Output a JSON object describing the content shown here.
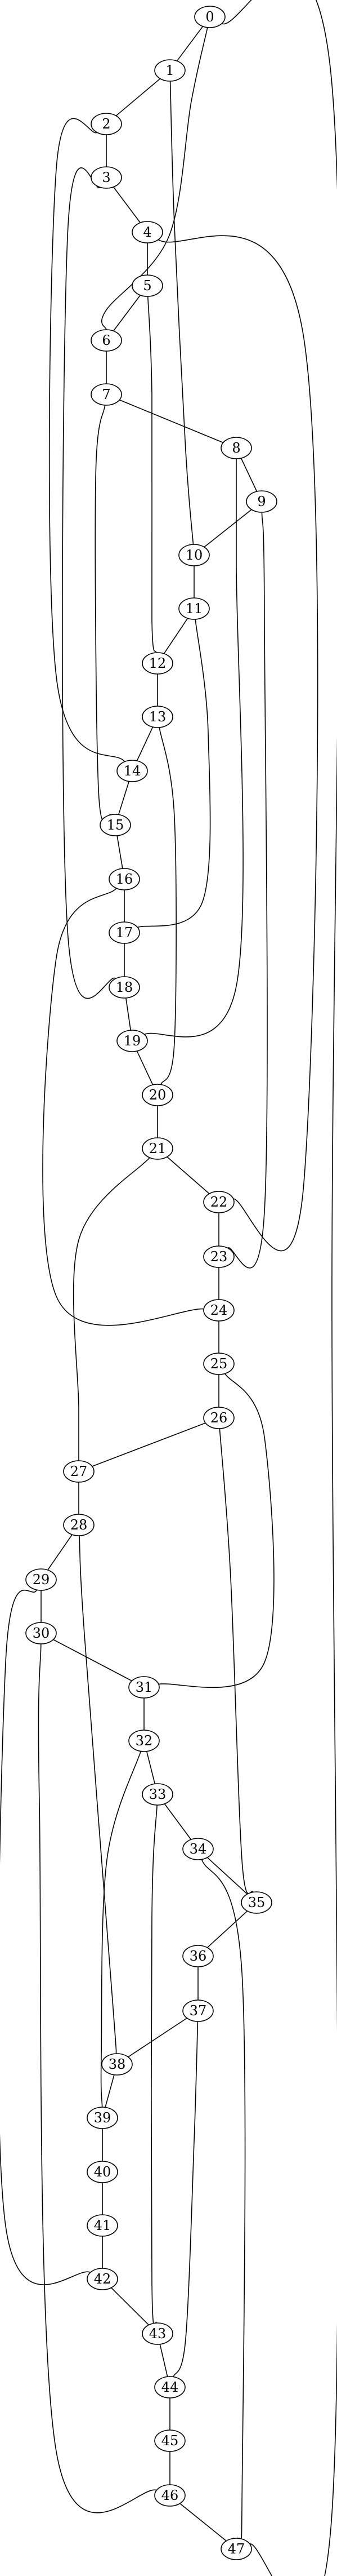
{
  "graph": {
    "nodes": [
      "0",
      "1",
      "2",
      "3",
      "4",
      "5",
      "6",
      "7",
      "8",
      "9",
      "10",
      "11",
      "12",
      "13",
      "14",
      "15",
      "16",
      "17",
      "18",
      "19",
      "20",
      "21",
      "22",
      "23",
      "24",
      "25",
      "26",
      "27",
      "28",
      "29",
      "30",
      "31",
      "32",
      "33",
      "34",
      "35",
      "36",
      "37",
      "38",
      "39",
      "40",
      "41",
      "42",
      "43",
      "44",
      "45",
      "46",
      "47"
    ],
    "edges": [
      [
        "0",
        "1"
      ],
      [
        "0",
        "6"
      ],
      [
        "0",
        "47"
      ],
      [
        "1",
        "2"
      ],
      [
        "1",
        "10"
      ],
      [
        "2",
        "3"
      ],
      [
        "2",
        "14"
      ],
      [
        "3",
        "4"
      ],
      [
        "3",
        "18"
      ],
      [
        "4",
        "5"
      ],
      [
        "4",
        "22"
      ],
      [
        "5",
        "6"
      ],
      [
        "5",
        "12"
      ],
      [
        "6",
        "7"
      ],
      [
        "7",
        "8"
      ],
      [
        "7",
        "15"
      ],
      [
        "8",
        "9"
      ],
      [
        "8",
        "19"
      ],
      [
        "9",
        "10"
      ],
      [
        "9",
        "23"
      ],
      [
        "10",
        "11"
      ],
      [
        "11",
        "12"
      ],
      [
        "11",
        "17"
      ],
      [
        "12",
        "13"
      ],
      [
        "13",
        "14"
      ],
      [
        "13",
        "20"
      ],
      [
        "14",
        "15"
      ],
      [
        "15",
        "16"
      ],
      [
        "16",
        "17"
      ],
      [
        "16",
        "24"
      ],
      [
        "17",
        "18"
      ],
      [
        "18",
        "19"
      ],
      [
        "19",
        "20"
      ],
      [
        "20",
        "21"
      ],
      [
        "21",
        "22"
      ],
      [
        "21",
        "27"
      ],
      [
        "22",
        "23"
      ],
      [
        "23",
        "24"
      ],
      [
        "24",
        "25"
      ],
      [
        "25",
        "26"
      ],
      [
        "25",
        "31"
      ],
      [
        "26",
        "27"
      ],
      [
        "26",
        "35"
      ],
      [
        "27",
        "28"
      ],
      [
        "28",
        "29"
      ],
      [
        "28",
        "38"
      ],
      [
        "29",
        "30"
      ],
      [
        "29",
        "42"
      ],
      [
        "30",
        "31"
      ],
      [
        "30",
        "46"
      ],
      [
        "31",
        "32"
      ],
      [
        "32",
        "33"
      ],
      [
        "32",
        "39"
      ],
      [
        "33",
        "34"
      ],
      [
        "33",
        "43"
      ],
      [
        "34",
        "35"
      ],
      [
        "34",
        "47"
      ],
      [
        "35",
        "36"
      ],
      [
        "36",
        "37"
      ],
      [
        "37",
        "38"
      ],
      [
        "37",
        "44"
      ],
      [
        "38",
        "39"
      ],
      [
        "39",
        "40"
      ],
      [
        "40",
        "41"
      ],
      [
        "41",
        "42"
      ],
      [
        "42",
        "43"
      ],
      [
        "43",
        "44"
      ],
      [
        "44",
        "45"
      ],
      [
        "45",
        "46"
      ],
      [
        "46",
        "47"
      ]
    ]
  }
}
